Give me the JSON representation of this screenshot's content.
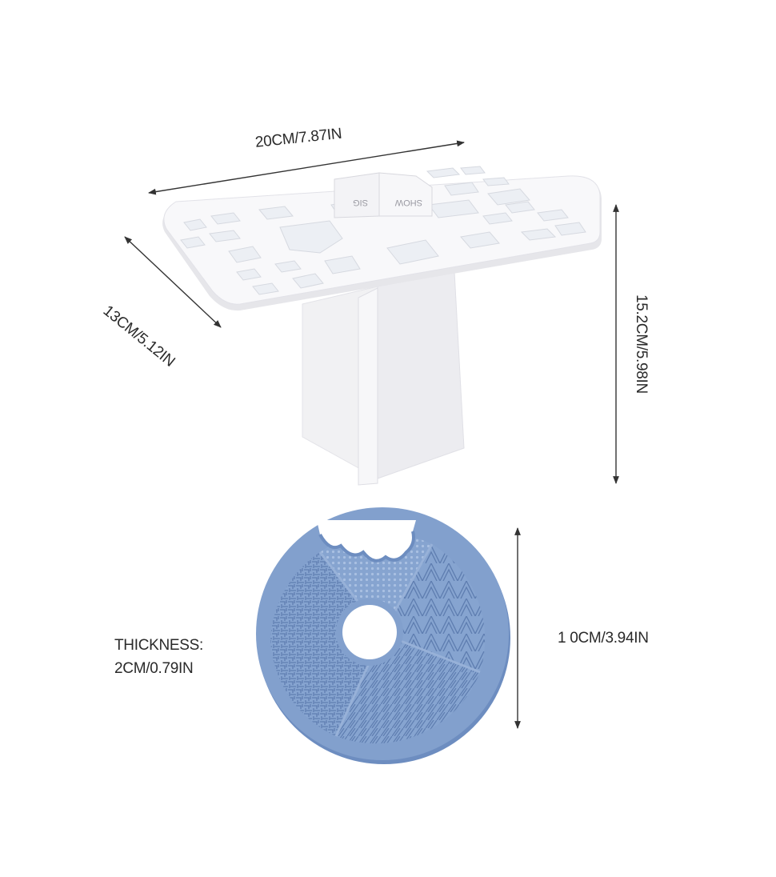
{
  "dimensions": {
    "width": "20CM/7.87IN",
    "depth": "13CM/5.12IN",
    "height": "15.2CM/5.98IN",
    "thickness_label": "THICKNESS:",
    "thickness_value": "2CM/0.79IN",
    "pad_diameter": "1 0CM/3.94IN"
  },
  "product": {
    "stand_color": "#f7f7f9",
    "pad_color": "#7f9fcd",
    "pad_shadow_color": "#5f7fb2",
    "logo_text_left": "SIG",
    "logo_text_right": "SHOW"
  }
}
